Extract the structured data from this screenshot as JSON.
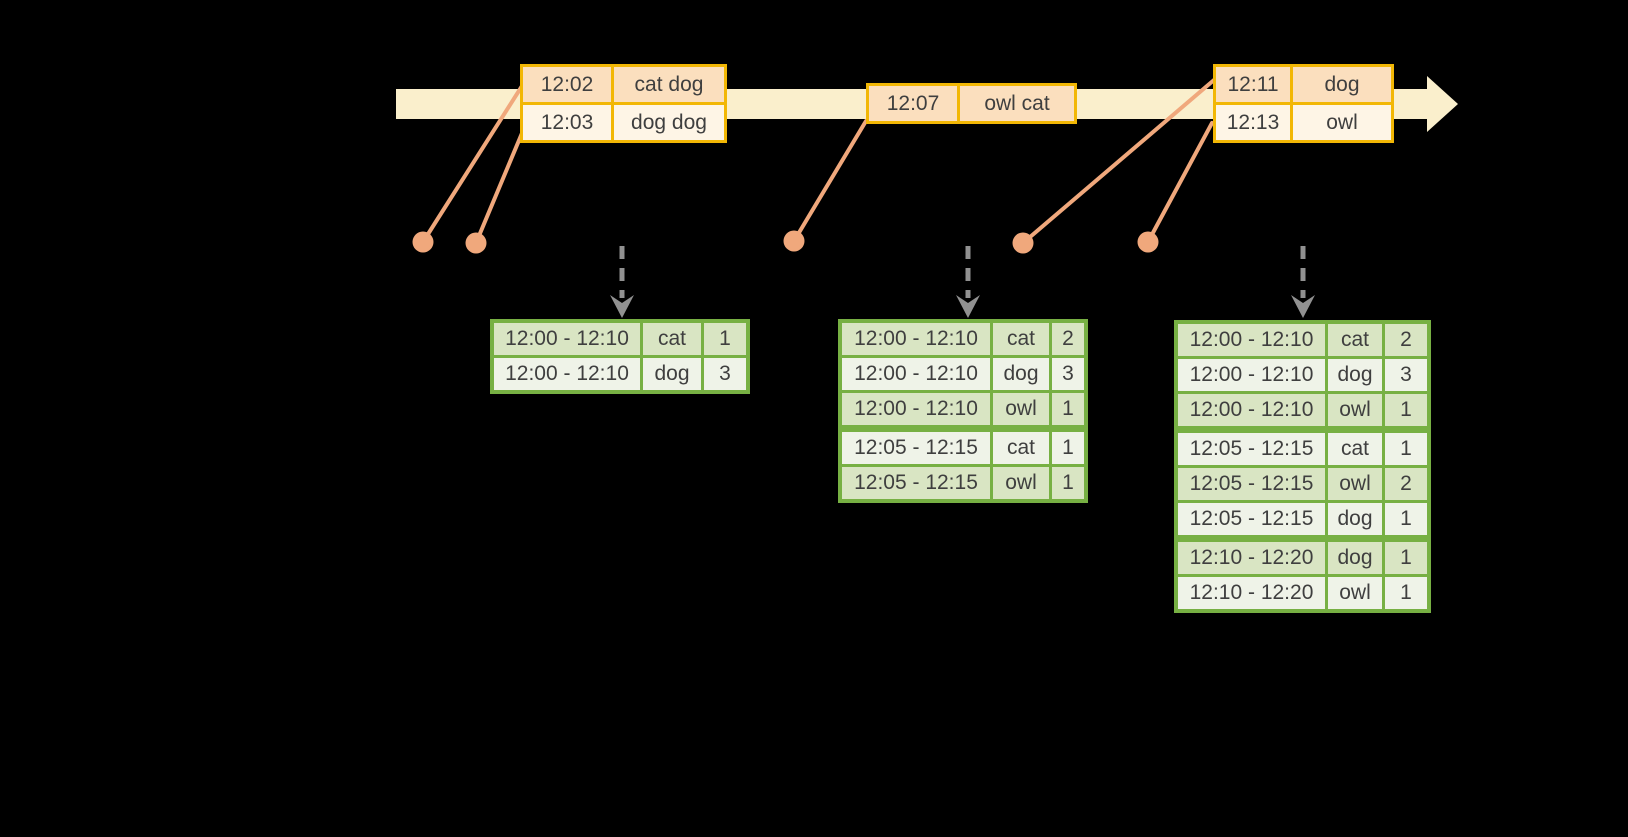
{
  "colors": {
    "background": "#000000",
    "timeline_band": "#FAEFCC",
    "event_table_border": "#F2B705",
    "event_row_peach": "#FBDFBE",
    "event_row_cream": "#FEF5E6",
    "connector_salmon": "#F0A87C",
    "result_table_border": "#77B043",
    "result_row_green": "#D9E5C3",
    "result_row_light": "#EFF3E8",
    "dashed_arrow_gray": "#919191",
    "text": "#3F3F3F"
  },
  "timeline_events": [
    {
      "rows": [
        {
          "time": "12:02",
          "words": "cat dog"
        },
        {
          "time": "12:03",
          "words": "dog dog"
        }
      ]
    },
    {
      "rows": [
        {
          "time": "12:07",
          "words": "owl cat"
        }
      ]
    },
    {
      "rows": [
        {
          "time": "12:11",
          "words": "dog"
        },
        {
          "time": "12:13",
          "words": "owl"
        }
      ]
    }
  ],
  "result_tables": [
    {
      "groups": [
        [
          {
            "window": "12:00 - 12:10",
            "word": "cat",
            "count": "1"
          },
          {
            "window": "12:00 - 12:10",
            "word": "dog",
            "count": "3"
          }
        ]
      ]
    },
    {
      "groups": [
        [
          {
            "window": "12:00 - 12:10",
            "word": "cat",
            "count": "2"
          },
          {
            "window": "12:00 - 12:10",
            "word": "dog",
            "count": "3"
          },
          {
            "window": "12:00 - 12:10",
            "word": "owl",
            "count": "1"
          }
        ],
        [
          {
            "window": "12:05 - 12:15",
            "word": "cat",
            "count": "1"
          },
          {
            "window": "12:05 - 12:15",
            "word": "owl",
            "count": "1"
          }
        ]
      ]
    },
    {
      "groups": [
        [
          {
            "window": "12:00 - 12:10",
            "word": "cat",
            "count": "2"
          },
          {
            "window": "12:00 - 12:10",
            "word": "dog",
            "count": "3"
          },
          {
            "window": "12:00 - 12:10",
            "word": "owl",
            "count": "1"
          }
        ],
        [
          {
            "window": "12:05 - 12:15",
            "word": "cat",
            "count": "1"
          },
          {
            "window": "12:05 - 12:15",
            "word": "owl",
            "count": "2"
          },
          {
            "window": "12:05 - 12:15",
            "word": "dog",
            "count": "1"
          }
        ],
        [
          {
            "window": "12:10 - 12:20",
            "word": "dog",
            "count": "1"
          },
          {
            "window": "12:10 - 12:20",
            "word": "owl",
            "count": "1"
          }
        ]
      ]
    }
  ]
}
